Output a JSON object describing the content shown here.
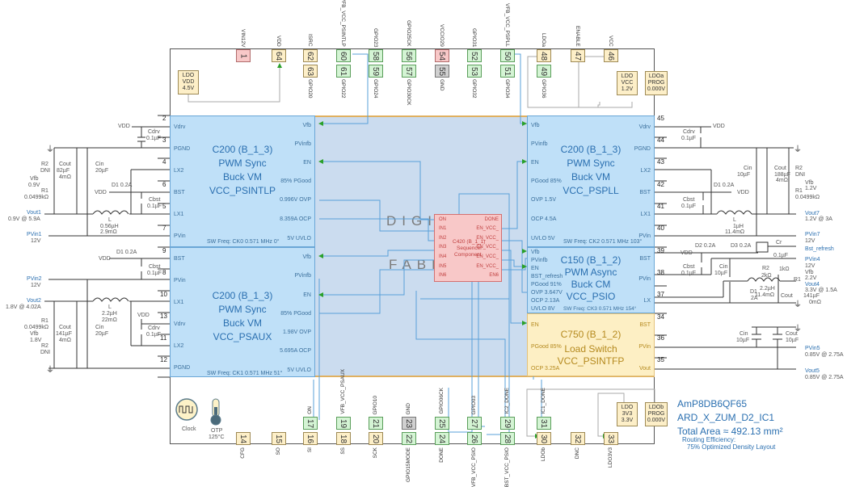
{
  "top_pins": [
    {
      "num": "1",
      "label": "VIN12V",
      "color": "r"
    },
    {
      "num": "64",
      "label": "VDD",
      "color": "y"
    },
    {
      "num": "62",
      "label": "ISRC",
      "color": "y",
      "num2": "63",
      "label2": "GPIO20"
    },
    {
      "num": "60",
      "label": "VFB_VCC_PSINTLP",
      "color": "g",
      "num2": "61",
      "label2": "GPIO22"
    },
    {
      "num": "58",
      "label": "GPIO23",
      "color": "g",
      "num2": "59",
      "label2": "GPIO24"
    },
    {
      "num": "56",
      "label": "GPIO25CK",
      "color": "g",
      "num2": "57",
      "label2": "GPIO30CK"
    },
    {
      "num": "54",
      "label": "VCCIO29",
      "color": "r",
      "num2": "55",
      "label2": "GND",
      "color2": "gr"
    },
    {
      "num": "52",
      "label": "GPIO31",
      "color": "g",
      "num2": "53",
      "label2": "GPIO32"
    },
    {
      "num": "50",
      "label": "VFB_VCC_PSPLL",
      "color": "g",
      "num2": "51",
      "label2": "GPIO34"
    },
    {
      "num": "48",
      "label": "LDOa",
      "color": "y",
      "num2": "49",
      "label2": "GPIO36",
      "color2": "g"
    },
    {
      "num": "47",
      "label": "ENABLE",
      "color": "y"
    },
    {
      "num": "46",
      "label": "VCC",
      "color": "y"
    }
  ],
  "bottom_pins": [
    {
      "num": "14",
      "label": "CFG",
      "color": "y"
    },
    {
      "num": "15",
      "label": "SO",
      "color": "y"
    },
    {
      "num": "16",
      "label": "SI",
      "color": "y",
      "num2": "17",
      "label2": "ON",
      "color2": "g"
    },
    {
      "num": "18",
      "label": "SS",
      "color": "y",
      "num2": "19",
      "label2": "VFB_VCC_PSAUX",
      "color2": "g"
    },
    {
      "num": "20",
      "label": "SCK",
      "color": "y",
      "num2": "21",
      "label2": "GPIO10",
      "color2": "g"
    },
    {
      "num": "22",
      "label": "GPIO15MODE",
      "color": "g",
      "num2": "23",
      "label2": "GND",
      "color2": "gr"
    },
    {
      "num": "24",
      "label": "DONE",
      "color": "g",
      "num2": "25",
      "label2": "GPIO06CK",
      "color2": "g"
    },
    {
      "num": "26",
      "label": "VFB_VCC_PSIO",
      "color": "g",
      "num2": "27",
      "label2": "GPIO03",
      "color2": "g"
    },
    {
      "num": "28",
      "label": "BST_VCC_PSIO",
      "color": "g",
      "num2": "29",
      "label2": "IC2_DONE",
      "color2": "g"
    },
    {
      "num": "30",
      "label": "LDOb",
      "color": "y",
      "num2": "31",
      "label2": "IC1_DONE",
      "color2": "g"
    },
    {
      "num": "32",
      "label": "DNC",
      "color": "y"
    },
    {
      "num": "33",
      "label": "LDO3V3",
      "color": "y"
    }
  ],
  "ldos": {
    "vdd": {
      "l1": "LDO",
      "l2": "VDD",
      "l3": "4.5V"
    },
    "vcc": {
      "l1": "LDO",
      "l2": "VCC",
      "l3": "1.2V"
    },
    "ldoa": {
      "l1": "LDOa",
      "l2": "PROG",
      "l3": "0.000V"
    },
    "v3v3": {
      "l1": "LDO",
      "l2": "3V3",
      "l3": "3.3V"
    },
    "ldob": {
      "l1": "LDOb",
      "l2": "PROG",
      "l3": "0.000V"
    }
  },
  "blocks": {
    "psintlp": {
      "l1": "C200 (B_1_3)",
      "l2": "PWM Sync",
      "l3": "Buck VM",
      "l4": "VCC_PSINTLP",
      "freq": "SW Freq: CK0 0.571 MHz 0°",
      "left": [
        "Vdrv",
        "PGND",
        "LX2",
        "BST",
        "LX1",
        "PVin"
      ],
      "right": [
        "Vfb",
        "PVinfb",
        "EN",
        "85% PGood",
        "0.996V OVP",
        "8.359A OCP",
        "5V UVLO"
      ],
      "pins": [
        "2",
        "3",
        "4",
        "6",
        "5",
        "7"
      ]
    },
    "psaux": {
      "l1": "C200 (B_1_3)",
      "l2": "PWM Sync",
      "l3": "Buck VM",
      "l4": "VCC_PSAUX",
      "freq": "SW Freq: CK1 0.571 MHz 51°",
      "left": [
        "BST",
        "PVin",
        "LX1",
        "Vdrv",
        "LX2",
        "PGND"
      ],
      "right": [
        "Vfb",
        "PVinfb",
        "EN",
        "85% PGood",
        "1.98V OVP",
        "5.695A OCP",
        "5V UVLO"
      ],
      "pins": [
        "9",
        "8",
        "10",
        "13",
        "11",
        "12"
      ]
    },
    "pspll": {
      "l1": "C200 (B_1_3)",
      "l2": "PWM Sync",
      "l3": "Buck VM",
      "l4": "VCC_PSPLL",
      "freq": "SW Freq: CK2 0.571 MHz 103°",
      "left": [
        "Vfb",
        "PVinfb",
        "EN",
        "PGood 85%",
        "OVP 1.5V",
        "OCP 4.5A",
        "UVLO 5V"
      ],
      "right": [
        "Vdrv",
        "PGND",
        "LX2",
        "BST",
        "LX1",
        "PVin"
      ],
      "pins": [
        "45",
        "44",
        "43",
        "42",
        "41",
        "40"
      ]
    },
    "psio": {
      "l1": "C150 (B_1_2)",
      "l2": "PWM Async",
      "l3": "Buck CM",
      "l4": "VCC_PSIO",
      "freq": "SW Freq: CK3 0.571 MHz 154°",
      "left": [
        "Vfb",
        "PVinfb",
        "EN",
        "BST_refresh",
        "PGood 91%",
        "OVP 3.647V",
        "OCP 2.13A",
        "UVLO 8V"
      ],
      "right": [
        "BST",
        "PVin",
        "LX"
      ],
      "pins": [
        "39",
        "38",
        "37"
      ]
    },
    "psintfp": {
      "l1": "C750 (B_1_2)",
      "l2": "Load Switch",
      "l3": "VCC_PSINTFP",
      "left": [
        "EN",
        "PGood 85%",
        "OCP 3.25A"
      ],
      "right": [
        "BST",
        "PVin",
        "Vout"
      ],
      "pins": [
        "34",
        "36",
        "35"
      ]
    }
  },
  "sequencer": {
    "l1": "C420 (B_1_1)",
    "l2": "Sequencer",
    "l3": "Component",
    "inputs": [
      "ON",
      "IN1",
      "IN2",
      "IN3",
      "IN4",
      "IN5",
      "IN6"
    ],
    "outputs": [
      "DONE",
      "EN_VCC_",
      "EN_VCC_",
      "EN_VCC_",
      "EN_VCC_",
      "EN_VCC_",
      "EN6"
    ]
  },
  "watermark": {
    "line1": "DIGIT",
    "line2": "FABR"
  },
  "misc": {
    "clock": "Clock",
    "otp": "OTP",
    "otp_temp": "125°C"
  },
  "external": {
    "ch1": {
      "vdd": "VDD",
      "cdrv": "Cdrv",
      "cdrv_v": "0.1µF",
      "r2": "R2",
      "r2_v": "DNI",
      "cout": "Cout",
      "cout_v": "82µF",
      "cout_esr": "4mΩ",
      "cin": "Cin",
      "cin_v": "20µF",
      "vfb": "Vfb",
      "vfb_v": "0.9V",
      "r1": "R1",
      "r1_v": "0.0499kΩ",
      "d1": "D1 0.2A",
      "cbst": "Cbst",
      "cbst_v": "0.1µF",
      "vout": "Vout1",
      "vout_v": "0.9V @ 5.9A",
      "l": "L",
      "l_v": "0.56µH",
      "l_r": "2.9mΩ",
      "pvin": "PVin1",
      "pvin_v": "12V"
    },
    "ch2": {
      "vdd": "VDD",
      "d1": "D1 0.2A",
      "cbst": "Cbst",
      "cbst_v": "0.1µF",
      "pvin": "PVin2",
      "pvin_v": "12V",
      "vout": "Vout2",
      "vout_v": "1.8V @ 4.02A",
      "l": "L",
      "l_v": "2.2µH",
      "l_r": "22mΩ",
      "r1": "R1",
      "r1_v": "0.0499kΩ",
      "vfb": "Vfb",
      "vfb_v": "1.8V",
      "r2": "R2",
      "r2_v": "DNI",
      "cout": "Cout",
      "cout_v": "141µF",
      "cout_esr": "4mΩ",
      "cin": "Cin",
      "cin_v": "20µF",
      "cdrv": "Cdrv",
      "cdrv_v": "0.1µF",
      "vdd2": "VDD"
    },
    "ch7": {
      "vdd": "VDD",
      "cdrv": "Cdrv",
      "cdrv_v": "0.1µF",
      "cin": "Cin",
      "cin_v": "10µF",
      "cout": "Cout",
      "cout_v": "188µF",
      "cout_esr": "4mΩ",
      "r2": "R2",
      "r2_v": "DNI",
      "vfb": "Vfb",
      "vfb_v": "1.2V",
      "r1": "R1",
      "r1_v": "0.0499kΩ",
      "d1": "D1 0.2A",
      "cbst": "Cbst",
      "cbst_v": "0.1µF",
      "vout": "Vout7",
      "vout_v": "1.2V @ 3A",
      "l": "L",
      "l_v": "1µH",
      "l_r": "11.4mΩ",
      "pvin": "PVin7",
      "pvin_v": "12V"
    },
    "ch4": {
      "d2": "D2 0.2A",
      "d3": "D3 0.2A",
      "cr": "Cr",
      "cr_v": "0.1µF",
      "bst": "Bst_refresh",
      "vdd": "VDD",
      "cbst": "Cbst",
      "cbst_v": "0.1µF",
      "cin": "Cin",
      "cin_v": "10µF",
      "pvin": "PVin4",
      "pvin_v": "12V",
      "r2": "R2",
      "r2_v": "2kΩ",
      "r1": "R1",
      "r1_v": "1kΩ",
      "vfb": "Vfb",
      "vfb_v": "2.2V",
      "l_v": "2.2µH",
      "l_r": "11.4mΩ",
      "d1": "D1",
      "d1_v": "2A",
      "vout": "Vout4",
      "vout_v": "3.3V @ 1.5A",
      "cout": "Cout",
      "cout_v": "141µF",
      "cout_esr": "0mΩ"
    },
    "ch5": {
      "cin": "Cin",
      "cin_v": "10µF",
      "cout": "Cout",
      "cout_v": "10µF",
      "pvin": "PVin5",
      "pvin_v": "0.85V @ 2.75A",
      "vout": "Vout5",
      "vout_v": "0.85V @ 2.75A"
    }
  },
  "info": {
    "part": "AmP8DB6QF65",
    "design": "ARD_X_ZUM_D2_IC1",
    "area": "Total Area ≈ 492.13 mm²",
    "routing": "Routing Efficiency:",
    "density": "75% Optimized Density Layout"
  }
}
